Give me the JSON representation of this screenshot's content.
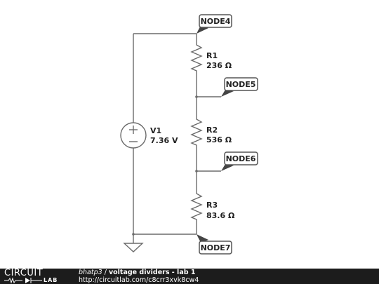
{
  "circuit": {
    "source": {
      "name": "V1",
      "value": "7.36 V"
    },
    "resistors": [
      {
        "name": "R1",
        "value": "236 Ω"
      },
      {
        "name": "R2",
        "value": "536 Ω"
      },
      {
        "name": "R3",
        "value": "83.6 Ω"
      }
    ],
    "nodes": [
      "NODE4",
      "NODE5",
      "NODE6",
      "NODE7"
    ]
  },
  "footer": {
    "logo_top": "CIRCUIT",
    "logo_bottom": "LAB",
    "user": "bhatp3",
    "separator": " / ",
    "title": "voltage dividers - lab 1",
    "url": "http://circuitlab.com/c8crr3xvk8cw4"
  }
}
